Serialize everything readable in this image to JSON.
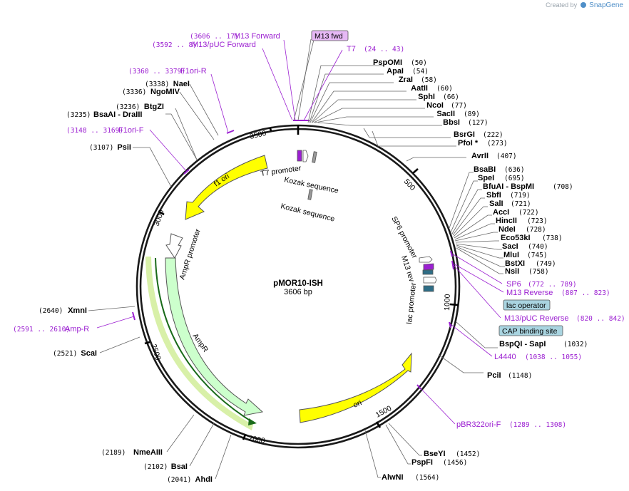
{
  "credit": {
    "prefix": "Created by",
    "brand": "SnapGene"
  },
  "plasmid": {
    "name": "pMOR10-ISH",
    "length": 3606,
    "length_label": "3606 bp"
  },
  "ticks": [
    "500",
    "1000",
    "1500",
    "2000",
    "2500",
    "3000",
    "3500"
  ],
  "enzymes": [
    {
      "name": "PspOMI",
      "pos": "(50)"
    },
    {
      "name": "ApaI",
      "pos": "(54)"
    },
    {
      "name": "ZraI",
      "pos": "(58)"
    },
    {
      "name": "AatII",
      "pos": "(60)"
    },
    {
      "name": "SphI",
      "pos": "(66)"
    },
    {
      "name": "NcoI",
      "pos": "(77)"
    },
    {
      "name": "SacII",
      "pos": "(89)"
    },
    {
      "name": "BbsI",
      "pos": "(127)"
    },
    {
      "name": "BsrGI",
      "pos": "(222)"
    },
    {
      "name": "PfoI *",
      "pos": "(273)"
    },
    {
      "name": "AvrII",
      "pos": "(407)"
    },
    {
      "name": "BsaBI",
      "pos": "(636)"
    },
    {
      "name": "SpeI",
      "pos": "(695)"
    },
    {
      "name": "BfuAI  - BspMI",
      "pos": "(708)"
    },
    {
      "name": "SbfI",
      "pos": "(719)"
    },
    {
      "name": "SalI",
      "pos": "(721)"
    },
    {
      "name": "AccI",
      "pos": "(722)"
    },
    {
      "name": "HincII",
      "pos": "(723)"
    },
    {
      "name": "NdeI",
      "pos": "(728)"
    },
    {
      "name": "Eco53kI",
      "pos": "(738)"
    },
    {
      "name": "SacI",
      "pos": "(740)"
    },
    {
      "name": "MluI",
      "pos": "(745)"
    },
    {
      "name": "BstXI",
      "pos": "(749)"
    },
    {
      "name": "NsiI",
      "pos": "(758)"
    },
    {
      "name": "BspQI  - SapI",
      "pos": "(1032)"
    },
    {
      "name": "PciI",
      "pos": "(1148)"
    },
    {
      "name": "BseYI",
      "pos": "(1452)"
    },
    {
      "name": "PspFI",
      "pos": "(1456)"
    },
    {
      "name": "AlwNI",
      "pos": "(1564)"
    },
    {
      "name": "NmeAIII",
      "pos": "(2189)"
    },
    {
      "name": "BsaI",
      "pos": "(2102)"
    },
    {
      "name": "AhdI",
      "pos": "(2041)"
    },
    {
      "name": "ScaI",
      "pos": "(2521)"
    },
    {
      "name": "XmnI",
      "pos": "(2640)"
    },
    {
      "name": "PsiI",
      "pos": "(3107)"
    },
    {
      "name": "BsaAI  - DraIII",
      "pos": "(3235)"
    },
    {
      "name": "BtgZI",
      "pos": "(3236)"
    },
    {
      "name": "NgoMIV",
      "pos": "(3336)"
    },
    {
      "name": "NaeI",
      "pos": "(3338)"
    }
  ],
  "primers": [
    {
      "name": "M13 Forward",
      "pos": "(3606 .. 17)"
    },
    {
      "name": "M13/pUC Forward",
      "pos": "(3592 .. 8)"
    },
    {
      "name": "T7",
      "pos": "(24 .. 43)"
    },
    {
      "name": "F1ori-R",
      "pos": "(3360 .. 3379)"
    },
    {
      "name": "F1ori-F",
      "pos": "(3148 .. 3169)"
    },
    {
      "name": "SP6",
      "pos": "(772 .. 789)"
    },
    {
      "name": "M13 Reverse",
      "pos": "(807 .. 823)"
    },
    {
      "name": "M13/pUC Reverse",
      "pos": "(820 .. 842)"
    },
    {
      "name": "L4440",
      "pos": "(1038 .. 1055)"
    },
    {
      "name": "pBR322ori-F",
      "pos": "(1289 .. 1308)"
    },
    {
      "name": "Amp-R",
      "pos": "(2591 .. 2610)"
    }
  ],
  "boxed_labels": {
    "m13fwd": "M13 fwd",
    "lac_operator": "lac operator",
    "cap_site": "CAP binding site"
  },
  "features": {
    "t7_promoter": "T7 promoter",
    "kozak1": "Kozak sequence",
    "kozak2": "Kozak sequence",
    "f1ori": "f1 ori",
    "ampr_promoter": "AmpR promoter",
    "ampr": "AmpR",
    "ori": "ori",
    "sp6_promoter": "SP6 promoter",
    "m13rev": "M13 rev",
    "lac_promoter": "lac promoter"
  },
  "colors": {
    "yellow": "#ffff00",
    "ampr": "#ccffcc",
    "primer": "#9b1fd1",
    "box_purple": "#e6b8f5",
    "box_blue": "#a9d4e0",
    "highlight": "#d8f0a8"
  }
}
